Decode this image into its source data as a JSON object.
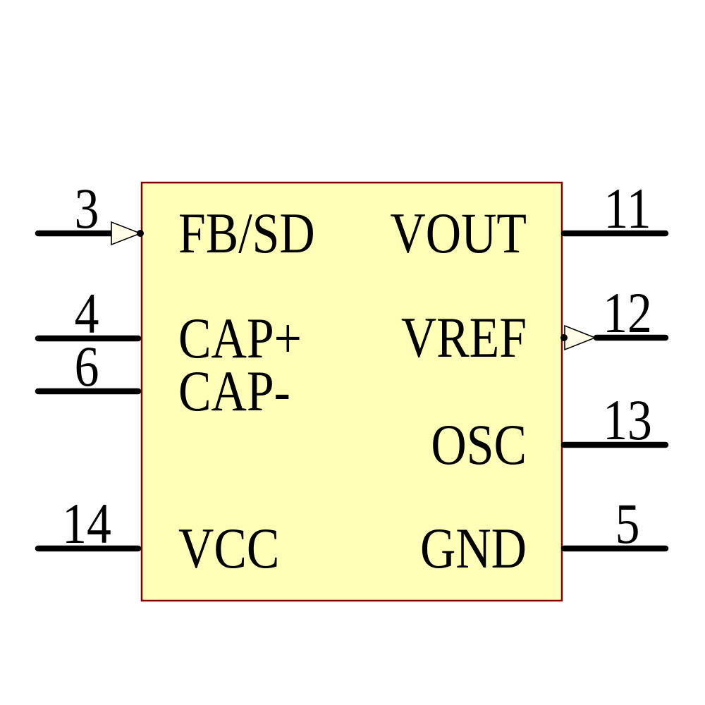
{
  "diagram": {
    "kind": "ic-schematic-symbol",
    "body_fill": "#FFFFB8",
    "body_border": "#800000",
    "wire_color": "#000000",
    "arrow_fill": "#FFFDE6",
    "text_color": "#000000"
  },
  "pins": {
    "left": [
      {
        "number": "3",
        "label": "FB/SD",
        "arrow": "input"
      },
      {
        "number": "4",
        "label": "CAP+",
        "arrow": "none"
      },
      {
        "number": "6",
        "label": "CAP-",
        "arrow": "none"
      },
      {
        "number": "14",
        "label": "VCC",
        "arrow": "none"
      }
    ],
    "right": [
      {
        "number": "11",
        "label": "VOUT",
        "arrow": "none"
      },
      {
        "number": "12",
        "label": "VREF",
        "arrow": "output"
      },
      {
        "number": "13",
        "label": "OSC",
        "arrow": "none"
      },
      {
        "number": "5",
        "label": "GND",
        "arrow": "none"
      }
    ]
  }
}
